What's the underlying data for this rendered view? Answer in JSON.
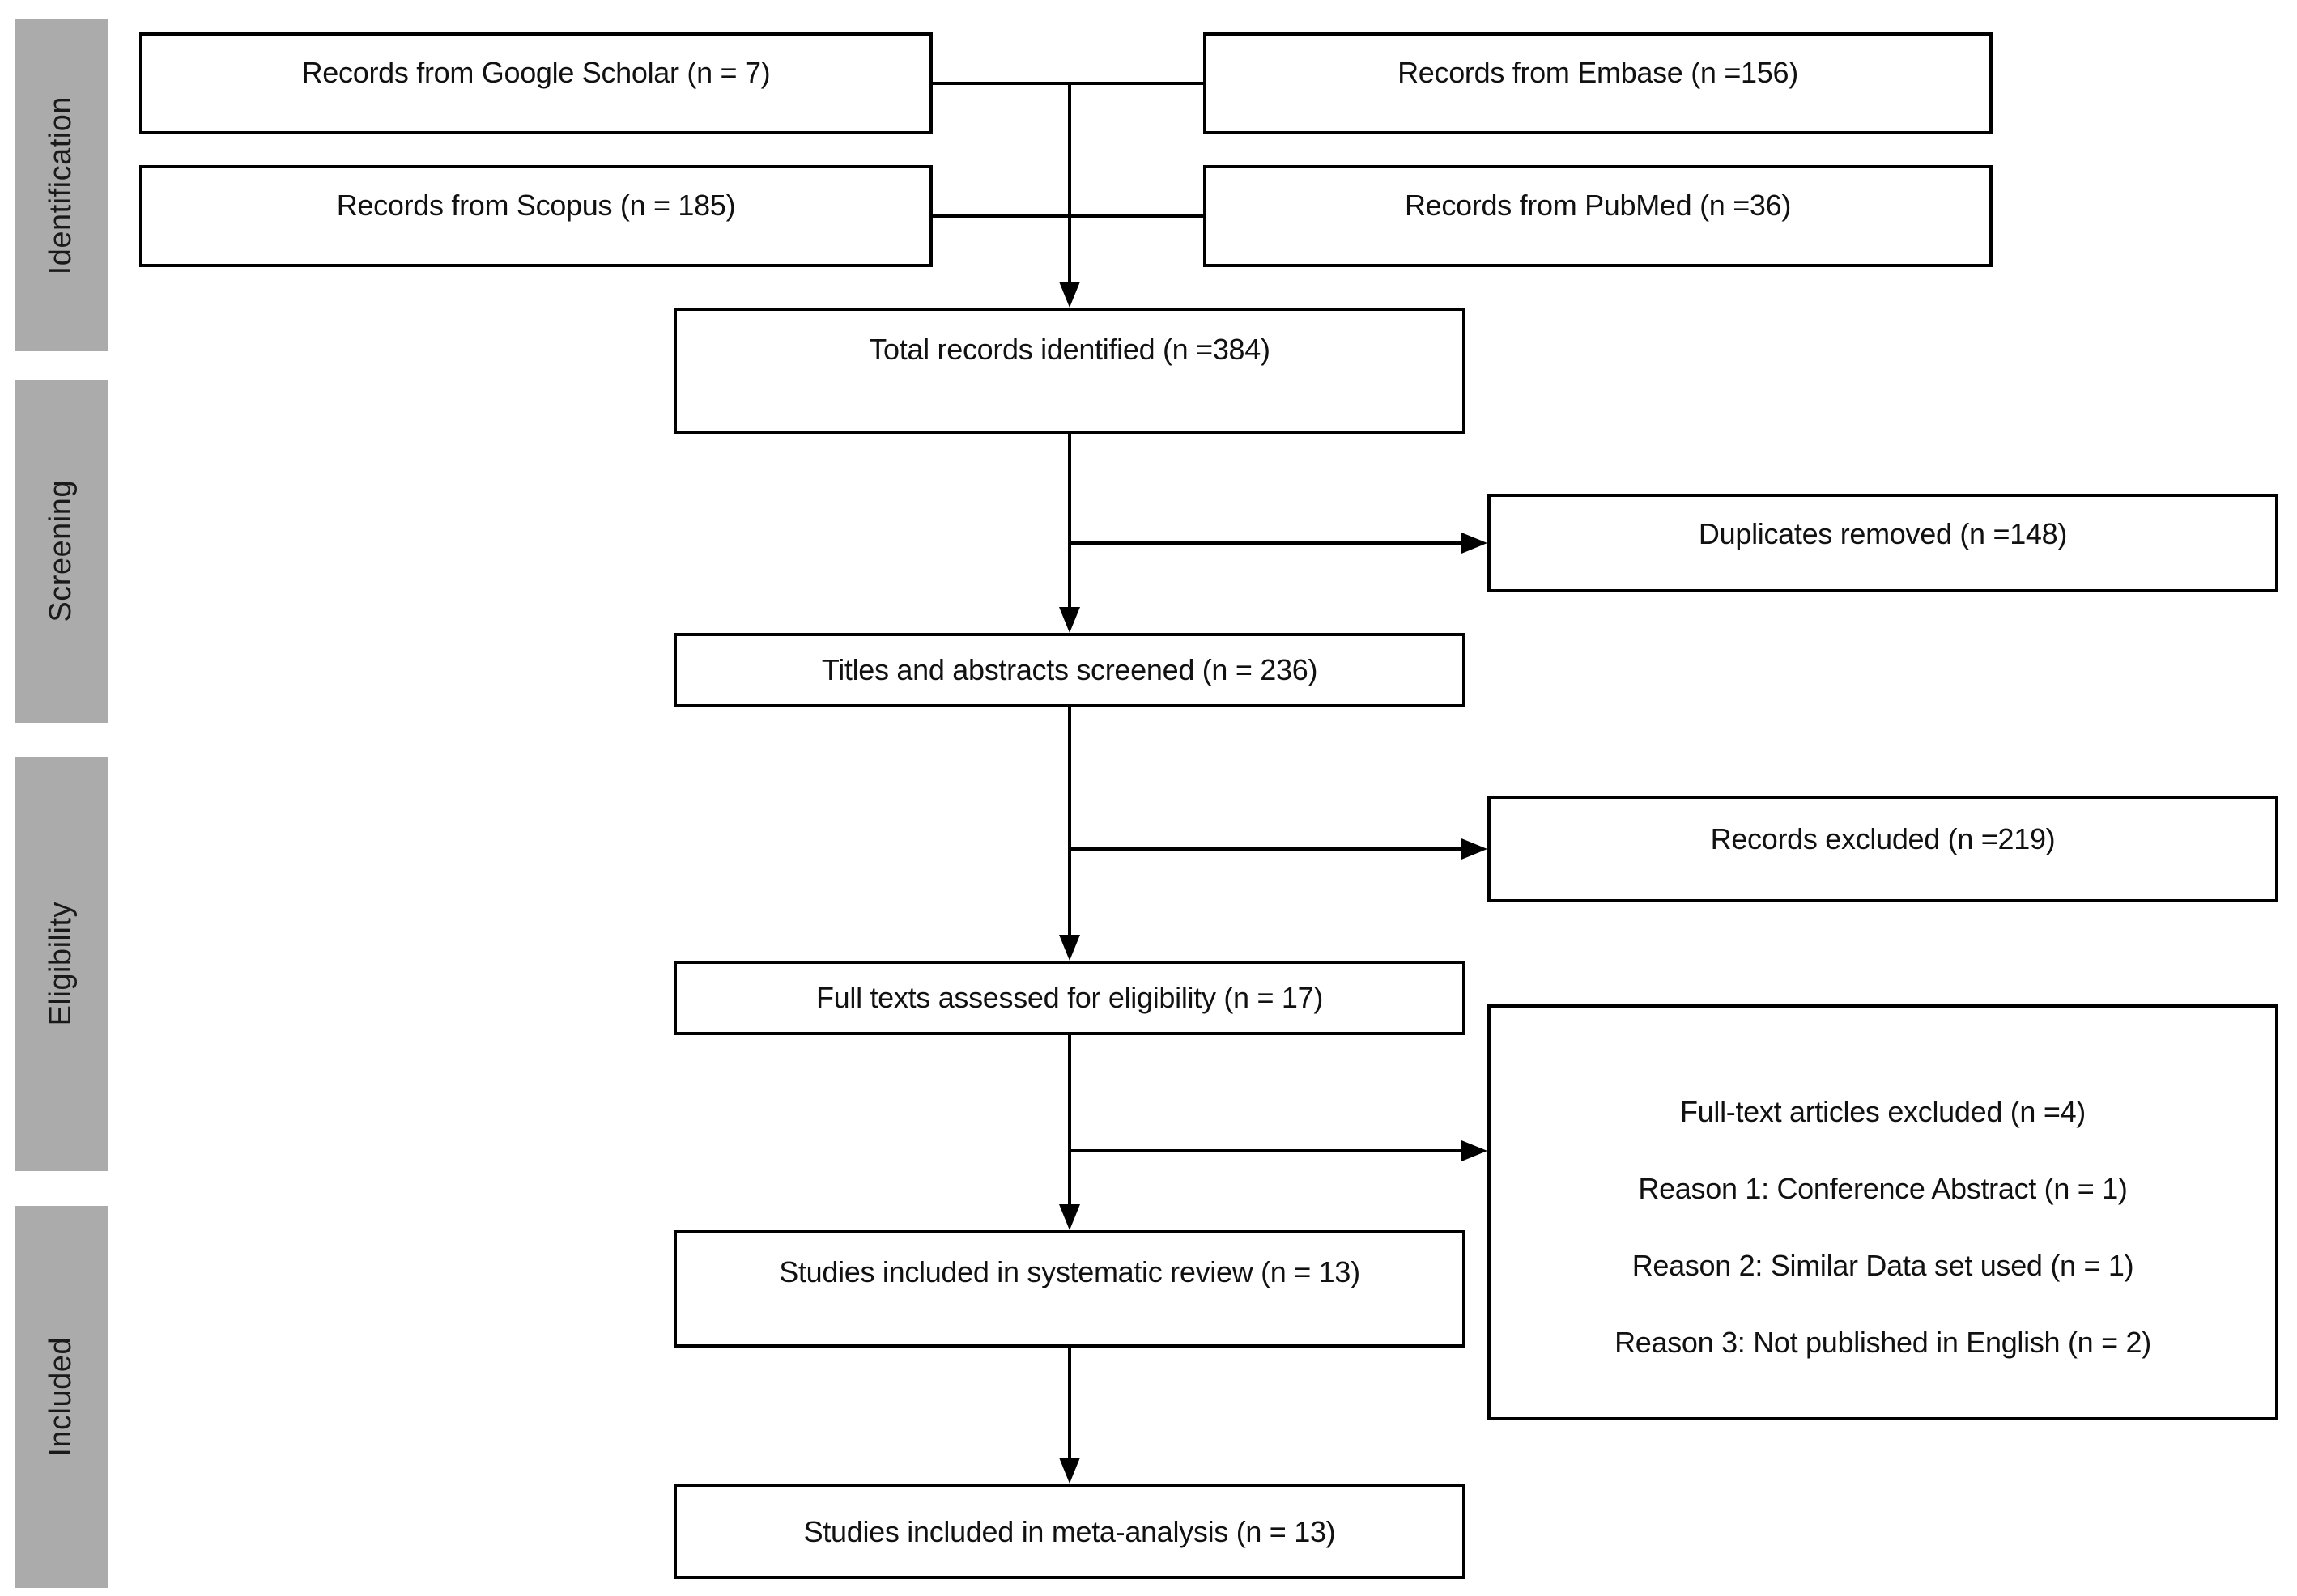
{
  "diagram": {
    "stages": [
      {
        "label": "Identification"
      },
      {
        "label": "Screening"
      },
      {
        "label": "Eligibility"
      },
      {
        "label": "Included"
      }
    ],
    "boxes": {
      "google_scholar": "Records from Google Scholar (n = 7)",
      "embase": "Records from Embase (n =156)",
      "scopus": "Records from Scopus (n = 185)",
      "pubmed": "Records from PubMed (n =36)",
      "total_identified": "Total records identified (n =384)",
      "duplicates_removed": "Duplicates removed (n =148)",
      "titles_screened": "Titles and abstracts screened (n = 236)",
      "records_excluded": "Records excluded (n =219)",
      "fulltext_assessed": "Full texts assessed for eligibility (n = 17)",
      "fulltext_excluded_title": "Full-text articles excluded (n =4)",
      "fulltext_excluded_reasons": [
        "Reason 1: Conference Abstract (n = 1)",
        "Reason 2: Similar Data set used (n = 1)",
        "Reason 3: Not published in English (n = 2)"
      ],
      "systematic_review": "Studies included in systematic review (n = 13)",
      "meta_analysis": "Studies included in meta-analysis (n = 13)"
    },
    "colors": {
      "stage_band": "#ABABAB",
      "box_border": "#000000",
      "box_fill": "#FFFFFF",
      "text": "#111111",
      "background": "#FFFFFF"
    }
  }
}
